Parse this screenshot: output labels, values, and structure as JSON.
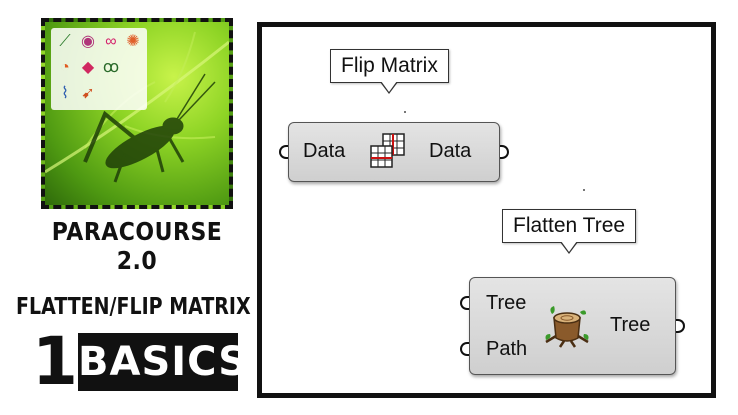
{
  "branding": {
    "course_name": "PARACOURSE 2.0",
    "topic": "FLATTEN/FLIP MATRIX",
    "lesson_number": "1",
    "level": "BASICS"
  },
  "canvas": {
    "components": [
      {
        "tooltip": "Flip Matrix",
        "inputs": [
          "Data"
        ],
        "outputs": [
          "Data"
        ],
        "icon": "flip-matrix-icon"
      },
      {
        "tooltip": "Flatten Tree",
        "inputs": [
          "Tree",
          "Path"
        ],
        "outputs": [
          "Tree"
        ],
        "icon": "tree-stump-icon"
      }
    ]
  },
  "colors": {
    "frame": "#111111",
    "component_fill": "#d9d9d9",
    "leaf_green": "#8ed425"
  }
}
